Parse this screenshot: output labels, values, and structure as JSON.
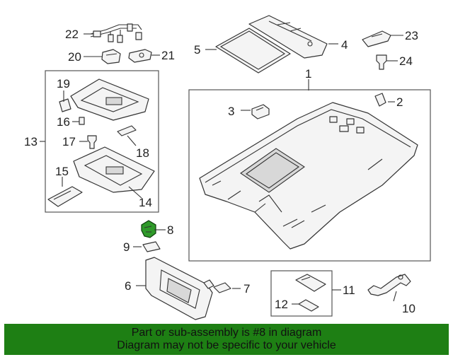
{
  "callouts": {
    "c1": "1",
    "c2": "2",
    "c3": "3",
    "c4": "4",
    "c5": "5",
    "c6": "6",
    "c7": "7",
    "c8": "8",
    "c9": "9",
    "c10": "10",
    "c11": "11",
    "c12": "12",
    "c13": "13",
    "c14": "14",
    "c15": "15",
    "c16": "16",
    "c17": "17",
    "c18": "18",
    "c19": "19",
    "c20": "20",
    "c21": "21",
    "c22": "22",
    "c23": "23",
    "c24": "24"
  },
  "highlight": {
    "part": "8",
    "color": "#2f9a2a"
  },
  "footer": {
    "line1": "Part or sub-assembly is #8 in diagram",
    "line2": "Diagram may not be specific to your vehicle",
    "background": "#1e7f14"
  }
}
